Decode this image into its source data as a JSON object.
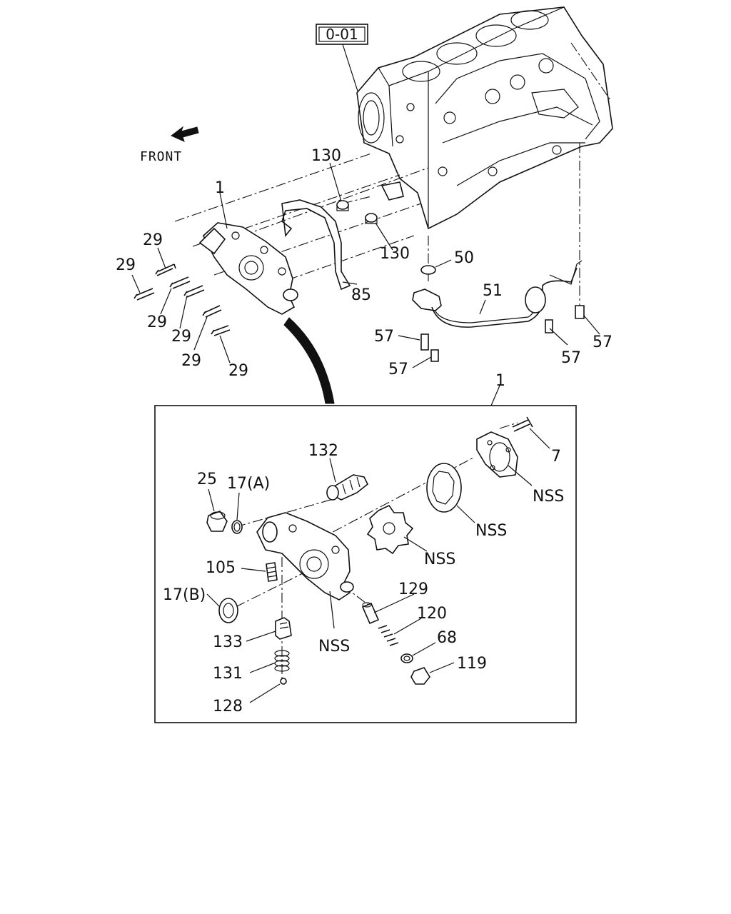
{
  "reference_box": "0-01",
  "front_label": "FRONT",
  "callouts": {
    "c1_top": "1",
    "c1_box": "1",
    "c7": "7",
    "c17a": "17(A)",
    "c17b": "17(B)",
    "c25": "25",
    "c29_a": "29",
    "c29_b": "29",
    "c29_c": "29",
    "c29_d": "29",
    "c29_e": "29",
    "c29_f": "29",
    "c50": "50",
    "c51": "51",
    "c57_a": "57",
    "c57_b": "57",
    "c57_c": "57",
    "c57_d": "57",
    "c68": "68",
    "c85": "85",
    "c105": "105",
    "c119": "119",
    "c120": "120",
    "c128": "128",
    "c129": "129",
    "c130_a": "130",
    "c130_b": "130",
    "c131": "131",
    "c132": "132",
    "c133": "133",
    "nss_a": "NSS",
    "nss_b": "NSS",
    "nss_c": "NSS",
    "nss_d": "NSS"
  }
}
